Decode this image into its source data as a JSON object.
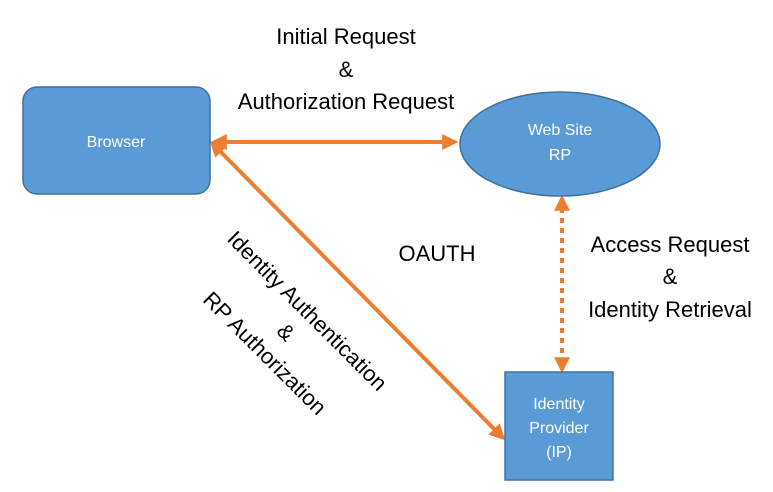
{
  "colors": {
    "node_fill": "#5b9bd5",
    "node_stroke": "#41719c",
    "arrow": "#ed7d31",
    "text": "#000000",
    "node_text": "#ffffff"
  },
  "nodes": {
    "browser": {
      "label": "Browser"
    },
    "website": {
      "line1": "Web Site",
      "line2": "RP"
    },
    "idp": {
      "line1": "Identity",
      "line2": "Provider",
      "line3": "(IP)"
    }
  },
  "labels": {
    "initial": {
      "line1": "Initial Request",
      "line2": "&",
      "line3": "Authorization Request"
    },
    "center": "OAUTH",
    "access": {
      "line1": "Access Request",
      "line2": "&",
      "line3": "Identity Retrieval"
    },
    "identity": {
      "line1": "Identity Authentication",
      "line2": "&",
      "line3": "RP Authorization"
    }
  }
}
